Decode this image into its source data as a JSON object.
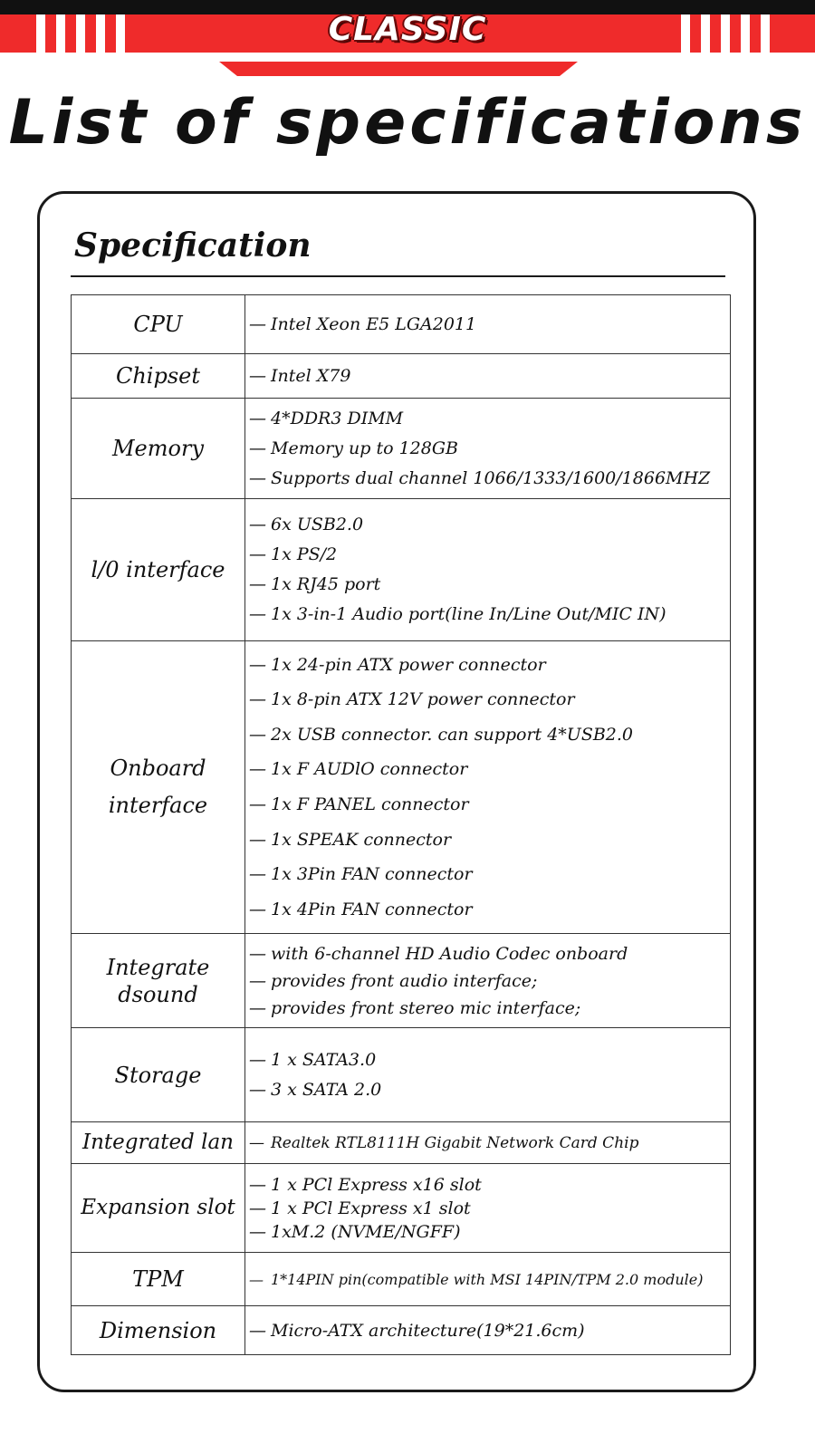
{
  "banner": {
    "text": "CLASSIC",
    "colors": {
      "red": "#ef2b2b",
      "dark": "#111111"
    }
  },
  "page_title": "List of specifications",
  "section_title": "Specification",
  "rows": [
    {
      "label": [
        "CPU"
      ],
      "values": [
        "Intel Xeon E5 LGA2011"
      ]
    },
    {
      "label": [
        "Chipset"
      ],
      "values": [
        "Intel X79"
      ]
    },
    {
      "label": [
        "Memory"
      ],
      "values": [
        "4*DDR3 DIMM",
        "Memory up to 128GB",
        "Supports dual channel 1066/1333/1600/1866MHZ"
      ]
    },
    {
      "label": [
        "l/0 interface"
      ],
      "values": [
        "6x USB2.0",
        "1x PS/2",
        "1x RJ45 port",
        "1x 3-in-1 Audio port(line In/Line Out/MIC IN)"
      ]
    },
    {
      "label": [
        "Onboard",
        "interface"
      ],
      "values": [
        "1x 24-pin ATX power connector",
        "1x 8-pin ATX 12V power connector",
        "2x USB connector. can support 4*USB2.0",
        "1x F AUDlO connector",
        "1x F PANEL connector",
        "1x SPEAK connector",
        "1x 3Pin FAN connector",
        "1x 4Pin FAN connector"
      ]
    },
    {
      "label": [
        "Integrate",
        "dsound"
      ],
      "values": [
        "with 6-channel HD Audio Codec onboard",
        "provides front audio interface;",
        "provides front stereo mic interface;"
      ]
    },
    {
      "label": [
        "Storage"
      ],
      "values": [
        "1 x SATA3.0",
        "3 x SATA 2.0"
      ]
    },
    {
      "label": [
        "Integrated lan"
      ],
      "values": [
        "Realtek RTL8111H Gigabit Network Card Chip"
      ]
    },
    {
      "label": [
        "Expansion slot"
      ],
      "values": [
        "1 x PCl Express x16 slot",
        "1 x PCl Express x1 slot",
        "1xM.2 (NVME/NGFF)"
      ]
    },
    {
      "label": [
        "TPM"
      ],
      "values": [
        "1*14PIN pin(compatible with MSI 14PIN/TPM 2.0 module)"
      ]
    },
    {
      "label": [
        "Dimension"
      ],
      "values": [
        "Micro-ATX architecture(19*21.6cm)"
      ]
    }
  ]
}
